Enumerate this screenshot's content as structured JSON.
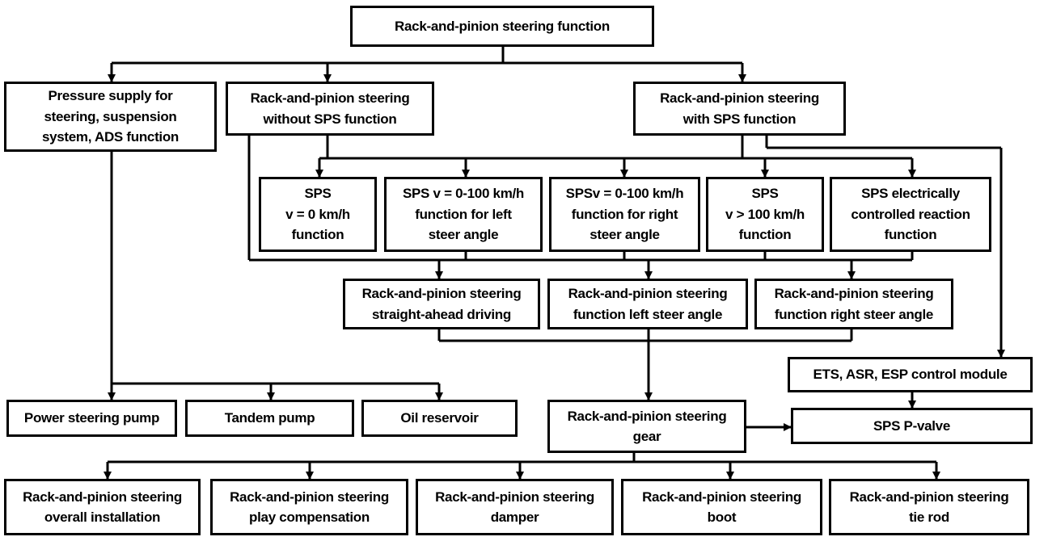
{
  "diagram": {
    "root": "Rack-and-pinion steering function",
    "pressure_supply": "Pressure supply for\nsteering, suspension\nsystem, ADS function",
    "without_sps": "Rack-and-pinion steering\nwithout SPS function",
    "with_sps": "Rack-and-pinion steering\nwith SPS function",
    "sps_v0": "SPS\nv = 0 km/h\nfunction",
    "sps_left": "SPS v = 0-100 km/h\nfunction for left\nsteer angle",
    "sps_right": "SPSv = 0-100 km/h\nfunction for right\nsteer angle",
    "sps_v100": "SPS\nv > 100 km/h\nfunction",
    "sps_electric": "SPS electrically\ncontrolled reaction\nfunction",
    "straight": "Rack-and-pinion steering\nstraight-ahead driving",
    "left_angle": "Rack-and-pinion steering\nfunction left steer angle",
    "right_angle": "Rack-and-pinion steering\nfunction right steer angle",
    "control_module": "ETS, ASR, ESP control module",
    "power_pump": "Power steering pump",
    "tandem_pump": "Tandem pump",
    "oil_reservoir": "Oil reservoir",
    "steering_gear": "Rack-and-pinion steering\ngear",
    "p_valve": "SPS P-valve",
    "installation": "Rack-and-pinion steering\noverall installation",
    "play": "Rack-and-pinion steering\nplay compensation",
    "damper": "Rack-and-pinion steering\ndamper",
    "boot": "Rack-and-pinion steering\nboot",
    "tie_rod": "Rack-and-pinion steering\ntie rod"
  }
}
